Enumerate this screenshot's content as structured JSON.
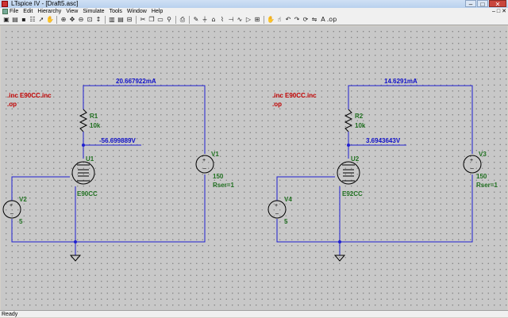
{
  "window": {
    "title": "LTspice IV - [Draft5.asc]",
    "min": "–",
    "max": "□",
    "close": "✕"
  },
  "menu": {
    "items": [
      "File",
      "Edit",
      "Hierarchy",
      "View",
      "Simulate",
      "Tools",
      "Window",
      "Help"
    ],
    "mdi_min": "–",
    "mdi_max": "□",
    "mdi_close": "✕"
  },
  "toolbar": {
    "icons": [
      "new-schematic-icon",
      "open-icon",
      "save-icon",
      "control-panel-icon",
      "run-icon",
      "halt-icon",
      "zoom-in-icon",
      "pan-icon",
      "zoom-out-icon",
      "zoom-fit-icon",
      "autorange-icon",
      "tile-vertical-icon",
      "tile-horizontal-icon",
      "close-window-icon",
      "cut-icon",
      "copy-icon",
      "paste-icon",
      "find-icon",
      "print-icon",
      "wire-icon",
      "ground-icon",
      "label-icon",
      "resistor-icon",
      "capacitor-icon",
      "inductor-icon",
      "diode-icon",
      "component-icon",
      "move-icon",
      "drag-icon",
      "undo-icon",
      "redo-icon",
      "rotate-icon",
      "mirror-icon",
      "text-icon",
      "spice-directive-icon"
    ]
  },
  "schematic": {
    "left": {
      "directives": [
        ".inc E90CC.inc",
        ".op"
      ],
      "current_label": "20.667922mA",
      "node_voltage": "-56.699889V",
      "resistor": {
        "name": "R1",
        "value": "10k"
      },
      "tube": {
        "name": "U1",
        "model": "E90CC"
      },
      "plate_source": {
        "name": "V1",
        "value": "150",
        "rser": "Rser=1"
      },
      "grid_source": {
        "name": "V2",
        "value": "5"
      }
    },
    "right": {
      "directives": [
        ".inc E90CC.inc",
        ".op"
      ],
      "current_label": "14.6291mA",
      "node_voltage": "3.6943643V",
      "resistor": {
        "name": "R2",
        "value": "10k"
      },
      "tube": {
        "name": "U2",
        "model": "E92CC"
      },
      "plate_source": {
        "name": "V3",
        "value": "150",
        "rser": "Rser=1"
      },
      "grid_source": {
        "name": "V4",
        "value": "5"
      }
    }
  },
  "status": {
    "text": "Ready"
  }
}
